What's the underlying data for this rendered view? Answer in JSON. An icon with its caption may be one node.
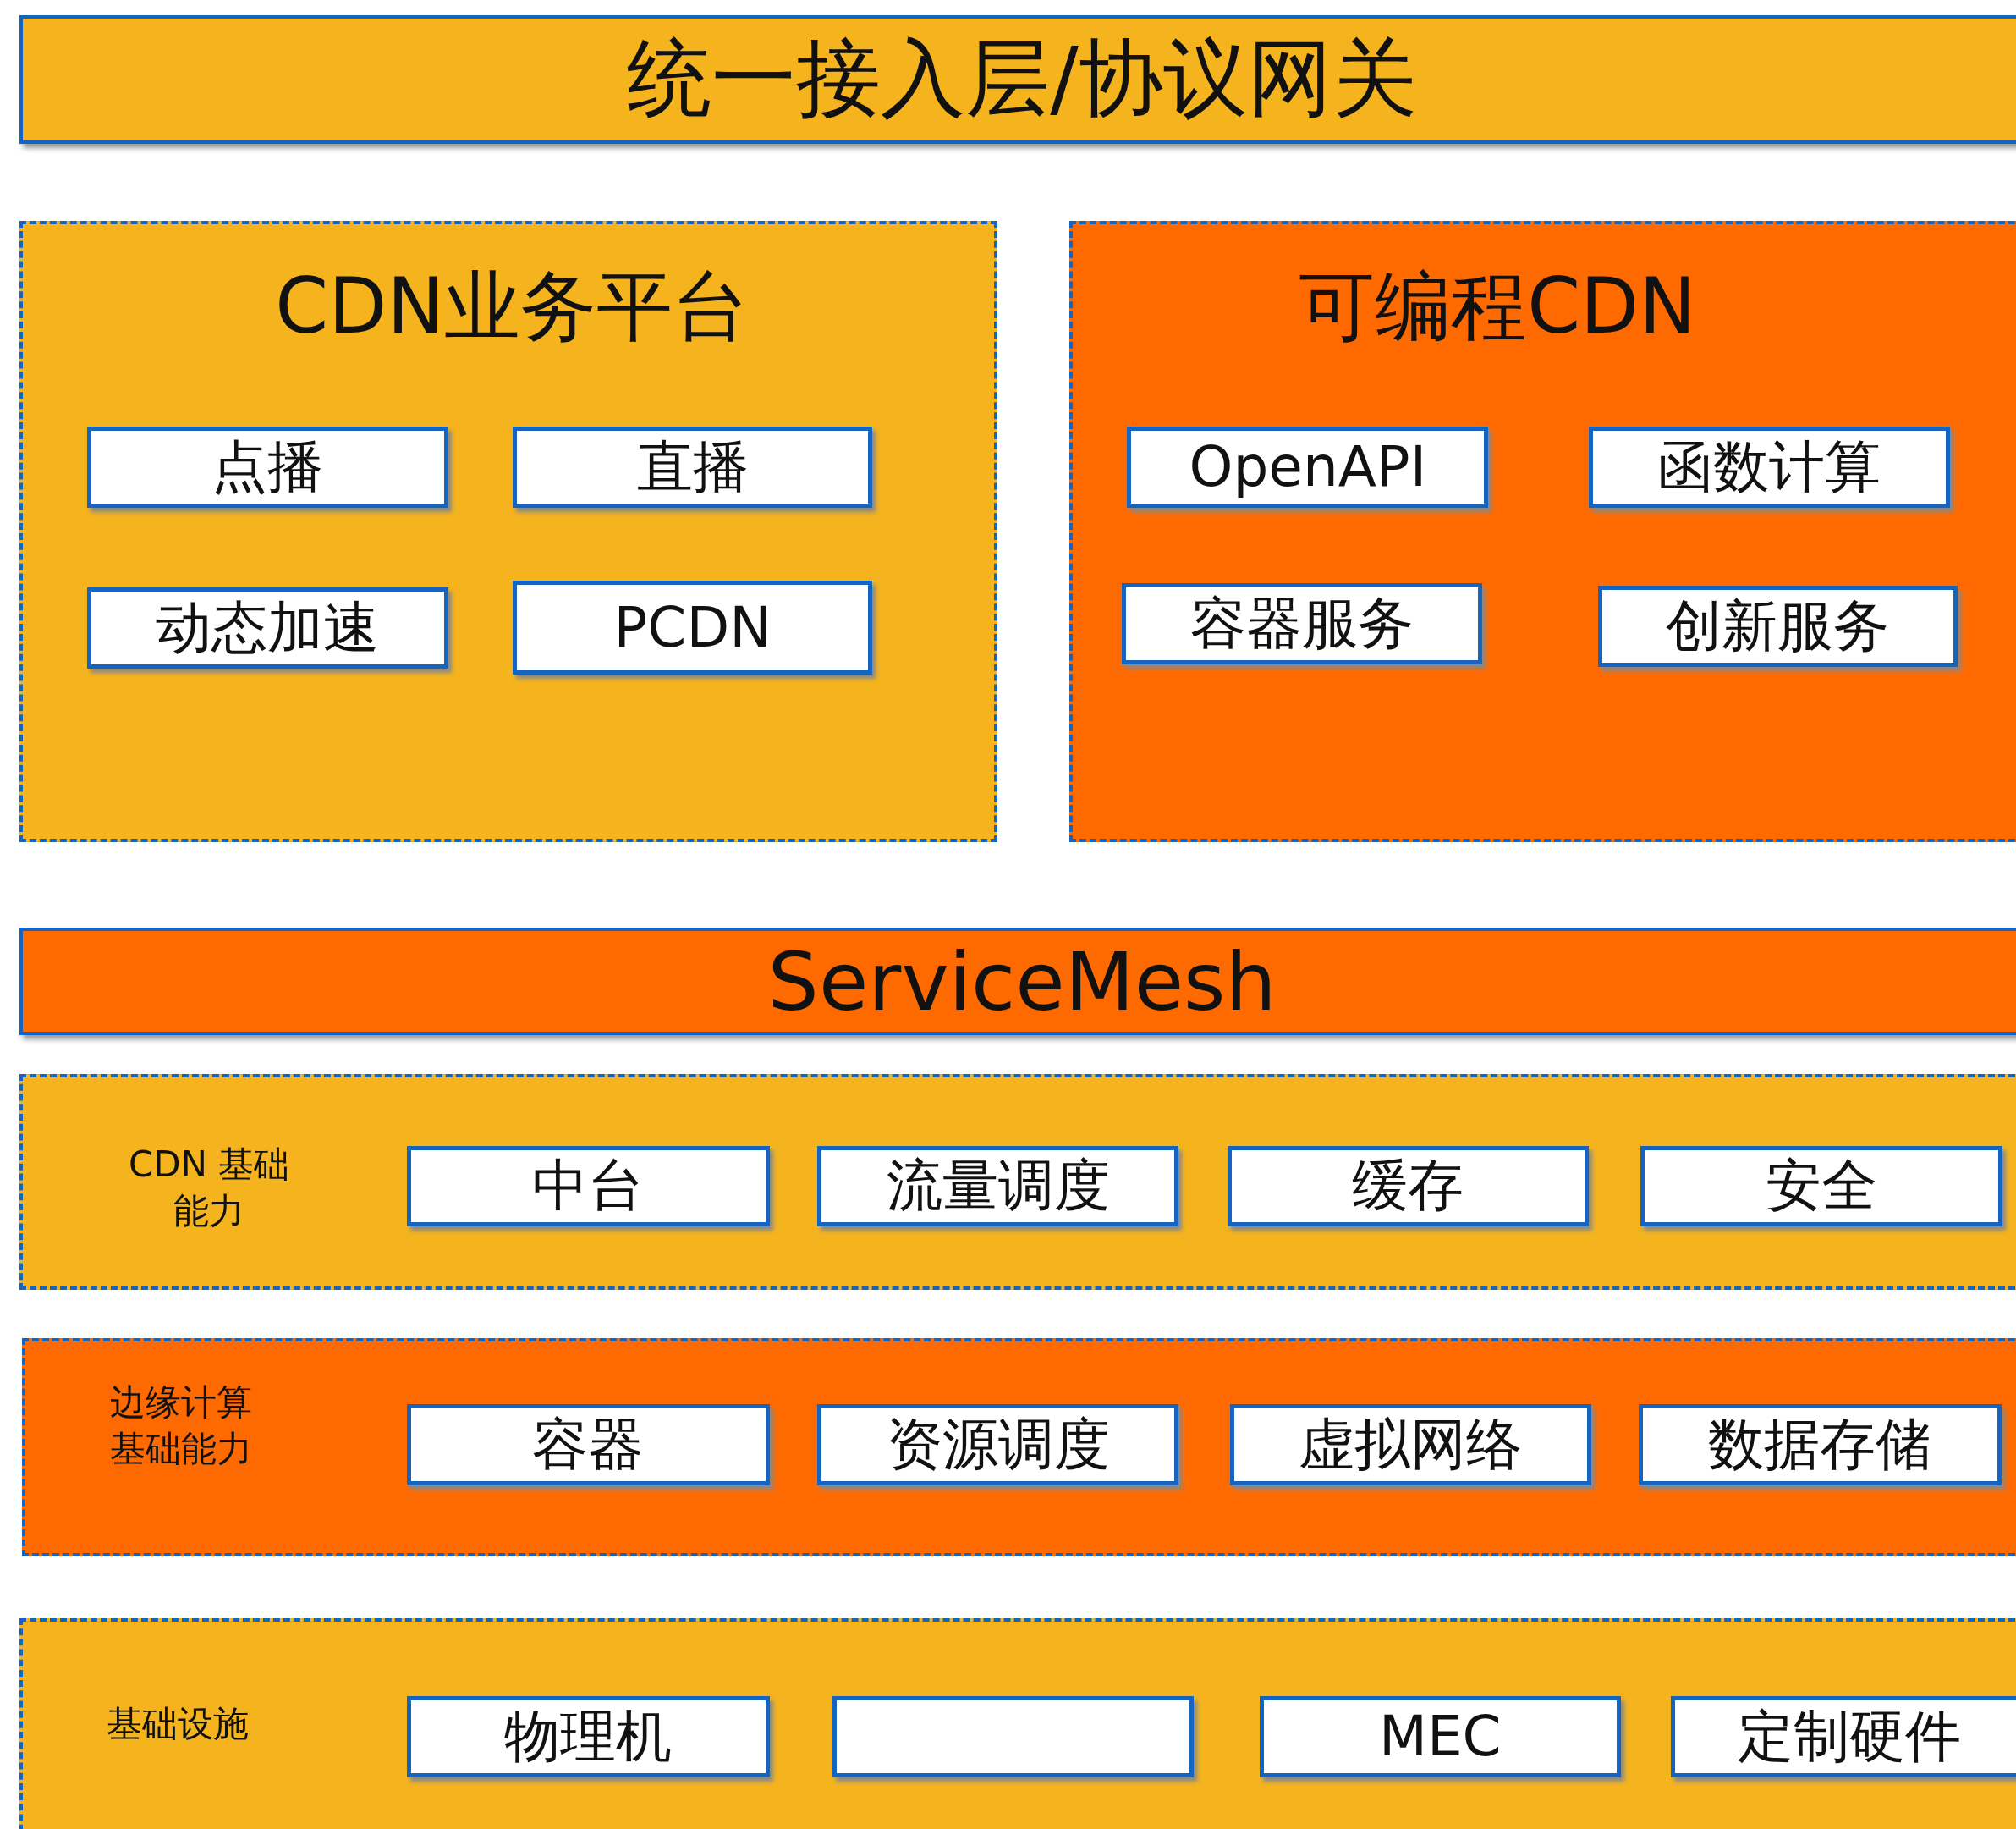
{
  "diagram": {
    "nodes": [
      {
        "text": [
          "统一接入层/协议网关"
        ]
      },
      {
        "text": [
          "CDN业务平台"
        ]
      },
      {
        "text": [
          "点播"
        ],
        "in": 1
      },
      {
        "text": [
          "直播"
        ],
        "in": 1
      },
      {
        "text": [
          "动态加速"
        ],
        "in": 1
      },
      {
        "text": [
          "PCDN"
        ],
        "in": 1
      },
      {
        "text": [
          "可编程CDN"
        ]
      },
      {
        "text": [
          "OpenAPI"
        ],
        "in": 6
      },
      {
        "text": [
          "函数计算"
        ],
        "in": 6
      },
      {
        "text": [
          "容器服务"
        ],
        "in": 6
      },
      {
        "text": [
          "创新服务"
        ],
        "in": 6
      },
      {
        "text": [
          "ServiceMesh"
        ]
      },
      {
        "text": [
          "CDN 基础能力"
        ]
      },
      {
        "text": [
          "中台"
        ],
        "in": 12
      },
      {
        "text": [
          "流量调度"
        ],
        "in": 12
      },
      {
        "text": [
          "缓存"
        ],
        "in": 12
      },
      {
        "text": [
          "安全"
        ],
        "in": 12
      },
      {
        "text": [
          "边缘计算基础能力"
        ]
      },
      {
        "text": [
          "容器"
        ],
        "in": 17
      },
      {
        "text": [
          "资源调度"
        ],
        "in": 17
      },
      {
        "text": [
          "虚拟网络"
        ],
        "in": 17
      },
      {
        "text": [
          "数据存储"
        ],
        "in": 17
      },
      {
        "text": [
          "基础设施"
        ]
      },
      {
        "text": [
          "物理机"
        ],
        "in": 22
      },
      {
        "text": [],
        "shape": "box",
        "in": 22
      },
      {
        "text": [
          "MEC"
        ],
        "in": 22
      },
      {
        "text": [
          "定制硬件"
        ],
        "in": 22
      }
    ]
  }
}
